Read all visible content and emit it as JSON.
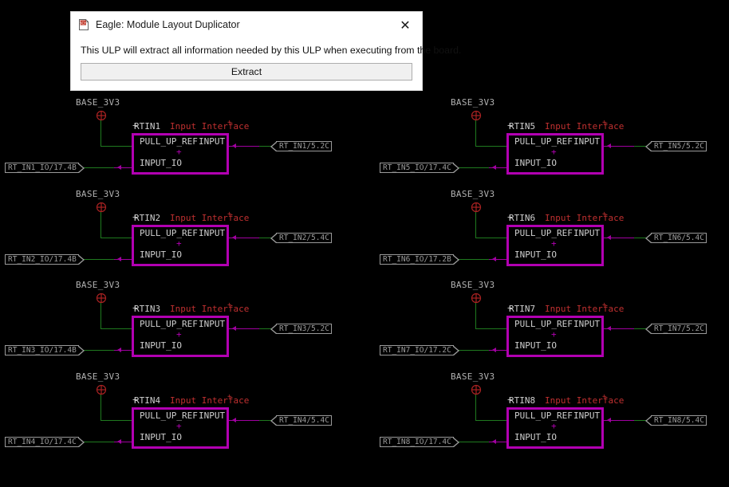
{
  "dialog": {
    "title": "Eagle: Module Layout Duplicator",
    "icon": "sch-document-icon",
    "close_label": "✕",
    "message": "This ULP will extract all information needed by this ULP when executing from the board.",
    "extract_label": "Extract"
  },
  "schematic": {
    "background_color": "#000000",
    "frame_color": "#b200b2",
    "wire_color": "#1f7a1f",
    "bus_color": "#a000a0",
    "pin_text_color": "#cfcfcf",
    "description_color": "#c03030",
    "netflag_color": "#9a9a9a",
    "supply_symbol_color": "#aa2222",
    "modules": [
      {
        "supply": "BASE_3V3",
        "name": "RTIN1",
        "description": "Input Interface",
        "pin_pull_up_ref": "PULL_UP_REF",
        "pin_input": "INPUT",
        "pin_input_io": "INPUT_IO",
        "net_left": "RT_IN1_IO/17.4B",
        "net_right": "RT_IN1/5.2C"
      },
      {
        "supply": "BASE_3V3",
        "name": "RTIN2",
        "description": "Input Interface",
        "pin_pull_up_ref": "PULL_UP_REF",
        "pin_input": "INPUT",
        "pin_input_io": "INPUT_IO",
        "net_left": "RT_IN2_IO/17.4B",
        "net_right": "RT_IN2/5.4C"
      },
      {
        "supply": "BASE_3V3",
        "name": "RTIN3",
        "description": "Input Interface",
        "pin_pull_up_ref": "PULL_UP_REF",
        "pin_input": "INPUT",
        "pin_input_io": "INPUT_IO",
        "net_left": "RT_IN3_IO/17.4B",
        "net_right": "RT_IN3/5.2C"
      },
      {
        "supply": "BASE_3V3",
        "name": "RTIN4",
        "description": "Input Interface",
        "pin_pull_up_ref": "PULL_UP_REF",
        "pin_input": "INPUT",
        "pin_input_io": "INPUT_IO",
        "net_left": "RT_IN4_IO/17.4C",
        "net_right": "RT_IN4/5.4C"
      },
      {
        "supply": "BASE_3V3",
        "name": "RTIN5",
        "description": "Input Interface",
        "pin_pull_up_ref": "PULL_UP_REF",
        "pin_input": "INPUT",
        "pin_input_io": "INPUT_IO",
        "net_left": "RT_IN5_IO/17.4C",
        "net_right": "RT_IN5/5.2C"
      },
      {
        "supply": "BASE_3V3",
        "name": "RTIN6",
        "description": "Input Interface",
        "pin_pull_up_ref": "PULL_UP_REF",
        "pin_input": "INPUT",
        "pin_input_io": "INPUT_IO",
        "net_left": "RT_IN6_IO/17.2B",
        "net_right": "RT_IN6/5.4C"
      },
      {
        "supply": "BASE_3V3",
        "name": "RTIN7",
        "description": "Input Interface",
        "pin_pull_up_ref": "PULL_UP_REF",
        "pin_input": "INPUT",
        "pin_input_io": "INPUT_IO",
        "net_left": "RT_IN7_IO/17.2C",
        "net_right": "RT_IN7/5.2C"
      },
      {
        "supply": "BASE_3V3",
        "name": "RTIN8",
        "description": "Input Interface",
        "pin_pull_up_ref": "PULL_UP_REF",
        "pin_input": "INPUT",
        "pin_input_io": "INPUT_IO",
        "net_left": "RT_IN8_IO/17.4C",
        "net_right": "RT_IN8/5.4C"
      }
    ]
  }
}
